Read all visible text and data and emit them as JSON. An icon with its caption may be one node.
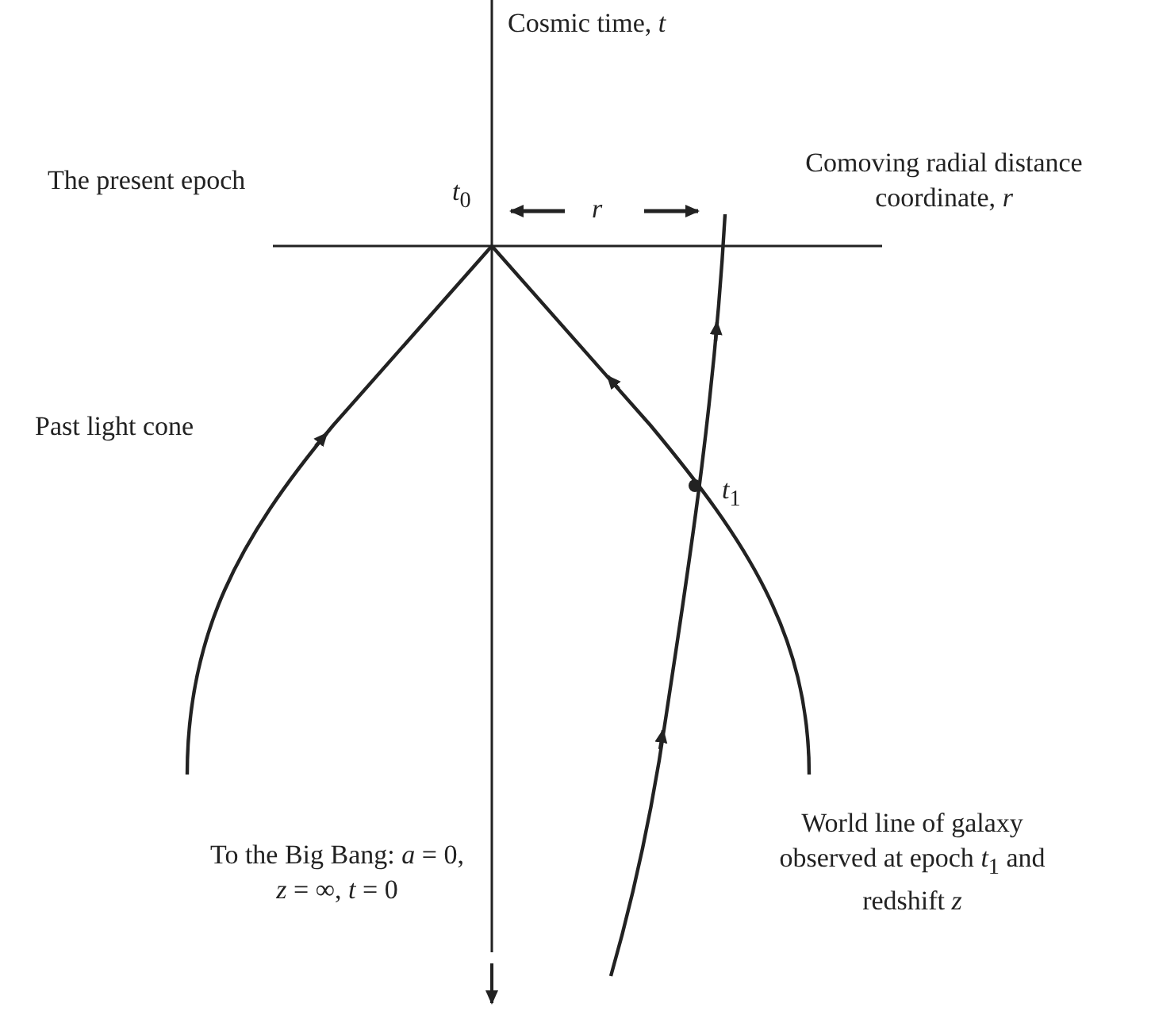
{
  "diagram": {
    "labels": [
      "Cosmic time, *t*",
      "The present epoch",
      "*t*$_{0}$",
      "*r*",
      "Comoving radial distance coordinate, *r*",
      "Past light cone",
      "*t*$_{1}$",
      "To the Big Bang: *a* = 0, *z* = ∞, *t* = 0",
      "World line of galaxy observed at epoch *t*$_{1}$ and redshift *z*"
    ]
  }
}
